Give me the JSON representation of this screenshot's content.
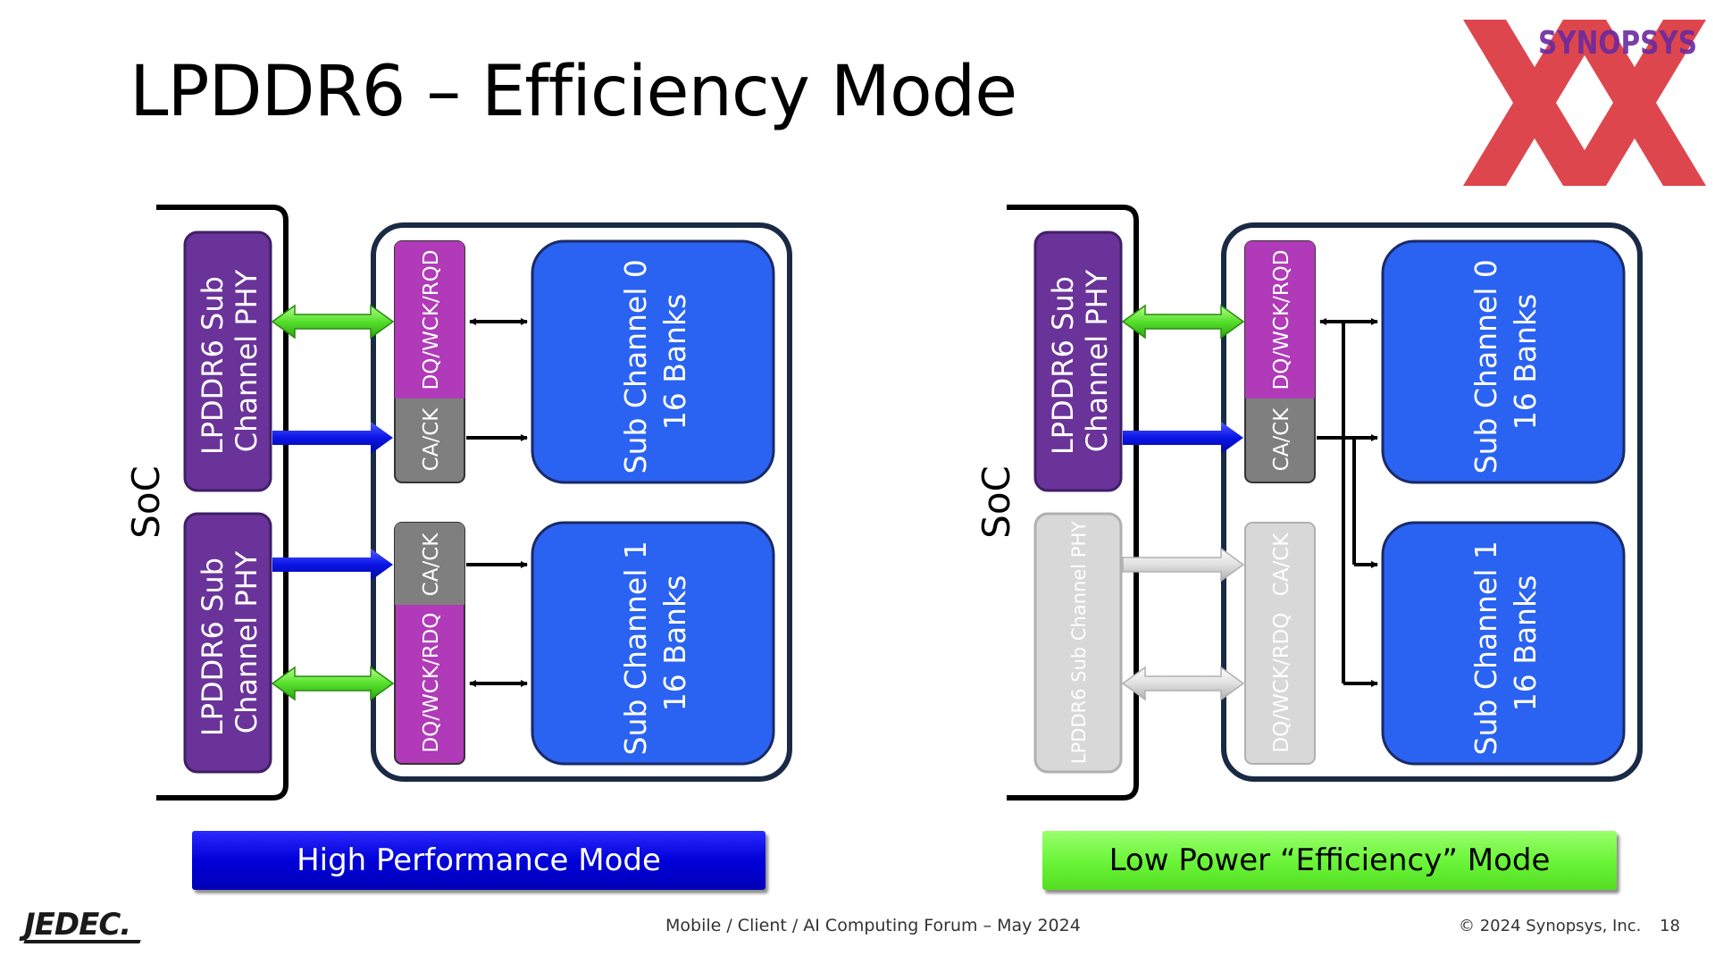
{
  "slide": {
    "title": "LPDDR6 – Efficiency Mode",
    "logo_text": "SYNOPSYS",
    "footer_center": "Mobile / Client / AI Computing Forum – May 2024",
    "footer_right": "© 2024 Synopsys, Inc.",
    "page_number": "18",
    "footer_logo": "JEDEC."
  },
  "diagrams": {
    "high_performance": {
      "soc_label": "SoC",
      "phy0": [
        "LPDDR6 Sub",
        "Channel PHY"
      ],
      "phy1": [
        "LPDDR6 Sub",
        "Channel PHY"
      ],
      "dq0": "DQ/WCK/RQD",
      "ca0": "CA/CK",
      "ca1": "CA/CK",
      "dq1": "DQ/WCK/RDQ",
      "sub0": [
        "Sub Channel 0",
        "16 Banks"
      ],
      "sub1": [
        "Sub Channel 1",
        "16 Banks"
      ],
      "mode_label": "High Performance Mode"
    },
    "low_power": {
      "soc_label": "SoC",
      "phy0": [
        "LPDDR6 Sub",
        "Channel PHY"
      ],
      "phy1_inactive": "LPDDR6 Sub Channel PHY",
      "dq0": "DQ/WCK/RQD",
      "ca0": "CA/CK",
      "ca1": "CA/CK",
      "dq1": "DQ/WCK/RDQ",
      "sub0": [
        "Sub Channel 0",
        "16 Banks"
      ],
      "sub1": [
        "Sub Channel 1",
        "16 Banks"
      ],
      "mode_label": "Low Power “Efficiency” Mode"
    }
  },
  "colors": {
    "phy_purple": "#6a3399",
    "dq_magenta": "#b03ab8",
    "ca_gray": "#7f7f7f",
    "subchannel_blue": "#2a63f2",
    "inactive_gray": "#d8d8d8",
    "arrow_green": "#55e02c",
    "arrow_blue": "#0a14e6",
    "logo_red": "#d9262f",
    "logo_purple": "#6a2aa0"
  }
}
